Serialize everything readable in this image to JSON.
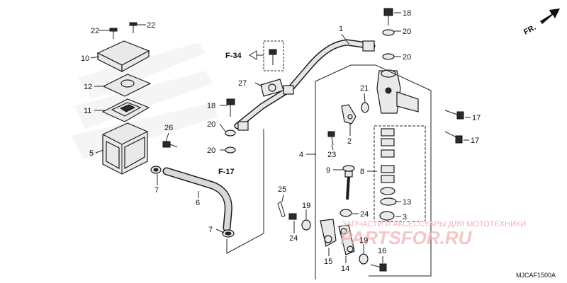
{
  "labels": {
    "n1": "1",
    "n2": "2",
    "n3": "3",
    "n4": "4",
    "n5": "5",
    "n6": "6",
    "n7a": "7",
    "n7b": "7",
    "n8": "8",
    "n9": "9",
    "n10": "10",
    "n11": "11",
    "n12": "12",
    "n13": "13",
    "n14": "14",
    "n15": "15",
    "n16": "16",
    "n17a": "17",
    "n17b": "17",
    "n18a": "18",
    "n18b": "18",
    "n19a": "19",
    "n19b": "19",
    "n20a": "20",
    "n20b": "20",
    "n20c": "20",
    "n20d": "20",
    "n21": "21",
    "n22a": "22",
    "n22b": "22",
    "n23": "23",
    "n24a": "24",
    "n24b": "24",
    "n25": "25",
    "n26": "26",
    "n27": "27"
  },
  "refs": {
    "f34": "F-34",
    "f17": "F-17",
    "fr": "FR."
  },
  "watermark": {
    "top": "ЗАПЧАСТИ И АКСЕССУАРЫ ДЛЯ МОТОТЕХНИКИ",
    "logo": "PARTSFOR.RU"
  },
  "diagram_code": "MJCAF1500A",
  "colors": {
    "watermark": "#e03a3a",
    "ink": "#111111"
  }
}
